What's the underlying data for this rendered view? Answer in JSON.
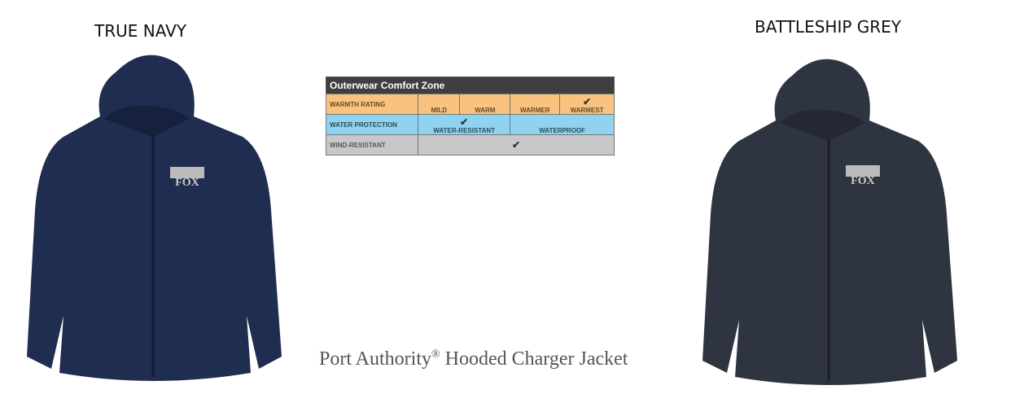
{
  "left_label": "TRUE NAVY",
  "right_label": "BATTLESHIP GREY",
  "logo_text": "FOX",
  "colors": {
    "navy": "#1f2d50",
    "grey": "#2f3441"
  },
  "comfort_table": {
    "title": "Outerwear Comfort Zone",
    "warmth": {
      "label": "WARMTH RATING",
      "options": [
        "MILD",
        "WARM",
        "WARMER",
        "WARMEST"
      ],
      "checked": "WARMEST"
    },
    "water": {
      "label": "WATER PROTECTION",
      "options": [
        "WATER-RESISTANT",
        "WATERPROOF"
      ],
      "checked": "WATER-RESISTANT"
    },
    "wind": {
      "label": "WIND-RESISTANT",
      "checked": true
    },
    "check_icon": "✔"
  },
  "caption": {
    "brand": "Port Authority",
    "reg": "®",
    "product": " Hooded Charger Jacket"
  }
}
